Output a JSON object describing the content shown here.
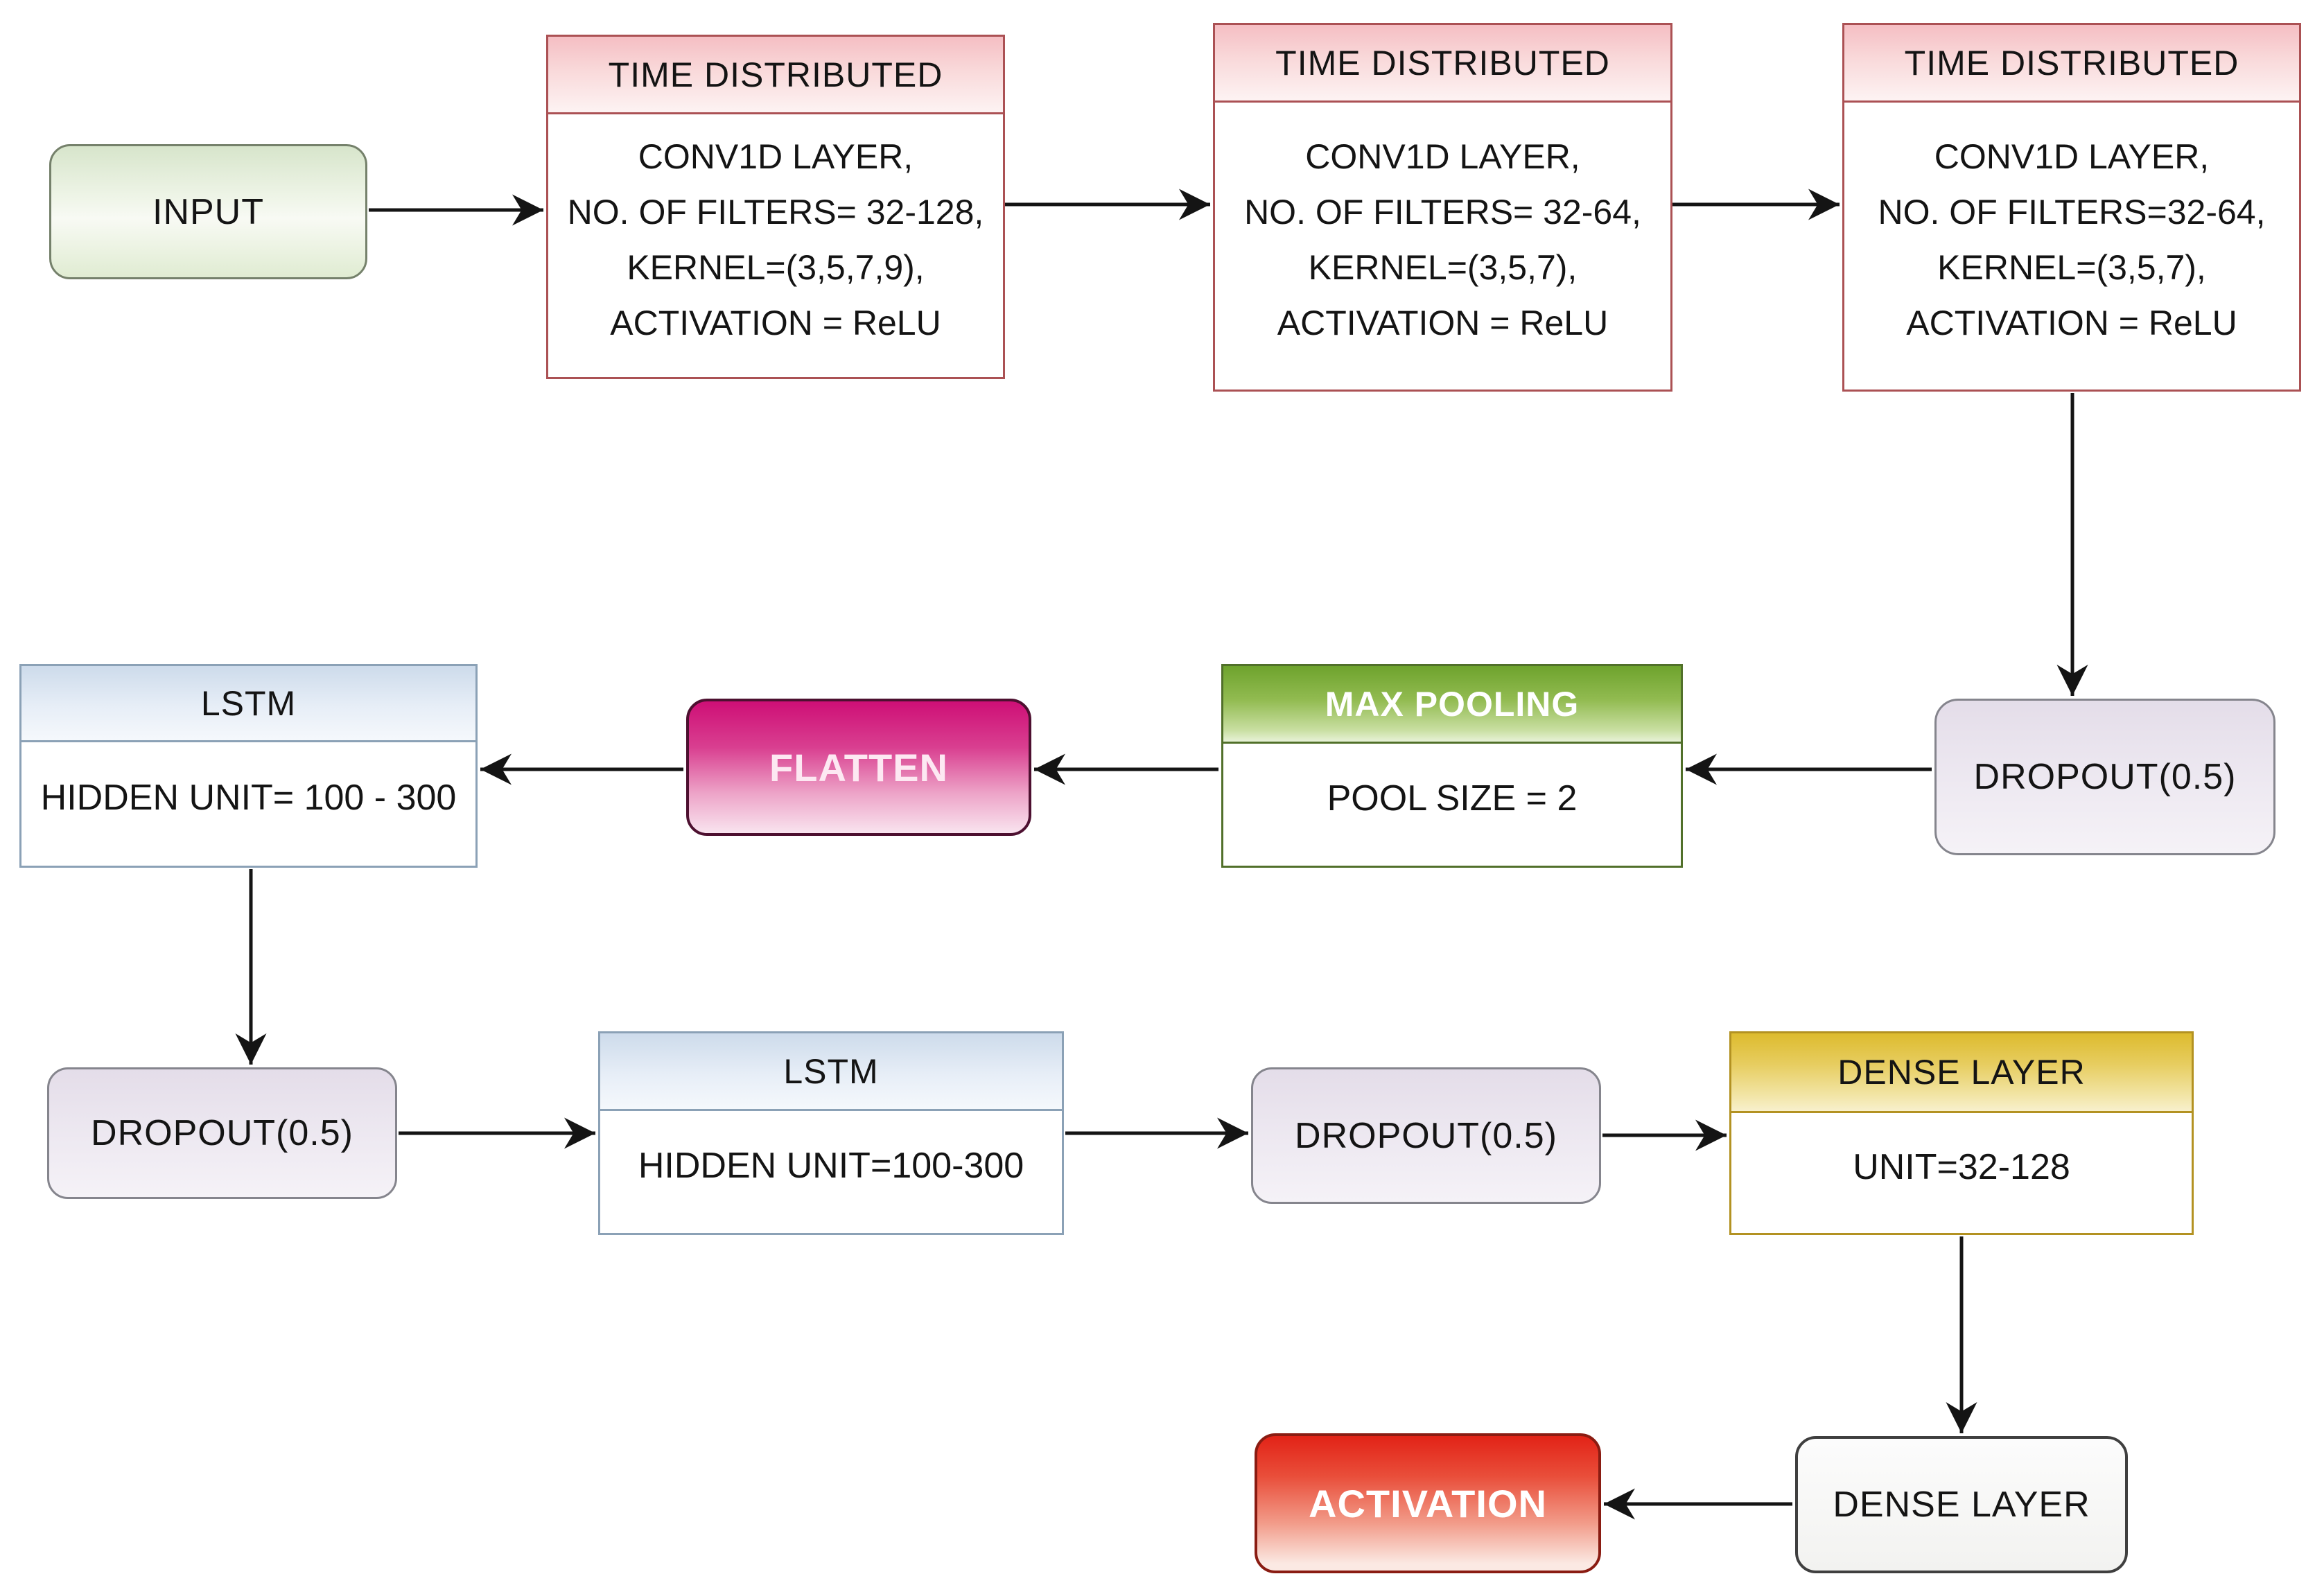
{
  "diagram": {
    "kind": "flowchart",
    "description_visible": false
  },
  "nodes": {
    "input": {
      "label": "INPUT"
    },
    "td1": {
      "header": "TIME DISTRIBUTED",
      "lines": [
        "CONV1D LAYER,",
        "NO. OF FILTERS= 32-128,",
        "KERNEL=(3,5,7,9),",
        "ACTIVATION = ReLU"
      ]
    },
    "td2": {
      "header": "TIME DISTRIBUTED",
      "lines": [
        "CONV1D LAYER,",
        "NO. OF FILTERS= 32-64,",
        "KERNEL=(3,5,7),",
        "ACTIVATION = ReLU"
      ]
    },
    "td3": {
      "header": "TIME DISTRIBUTED",
      "lines": [
        "CONV1D LAYER,",
        "NO. OF FILTERS=32-64,",
        "KERNEL=(3,5,7),",
        "ACTIVATION = ReLU"
      ]
    },
    "dropout_top": {
      "label": "DROPOUT(0.5)"
    },
    "maxpool": {
      "header": "MAX POOLING",
      "body": "POOL SIZE = 2"
    },
    "flatten": {
      "label": "FLATTEN"
    },
    "lstm1": {
      "header": "LSTM",
      "body": "HIDDEN UNIT= 100 - 300"
    },
    "dropout_left": {
      "label": "DROPOUT(0.5)"
    },
    "lstm2": {
      "header": "LSTM",
      "body": "HIDDEN UNIT=100-300"
    },
    "dropout_mid": {
      "label": "DROPOUT(0.5)"
    },
    "dense1": {
      "header": "DENSE LAYER",
      "body": "UNIT=32-128"
    },
    "dense2": {
      "label": "DENSE LAYER"
    },
    "activation": {
      "label": "ACTIVATION"
    }
  },
  "edges": [
    [
      "input",
      "td1"
    ],
    [
      "td1",
      "td2"
    ],
    [
      "td2",
      "td3"
    ],
    [
      "td3",
      "dropout_top"
    ],
    [
      "dropout_top",
      "maxpool"
    ],
    [
      "maxpool",
      "flatten"
    ],
    [
      "flatten",
      "lstm1"
    ],
    [
      "lstm1",
      "dropout_left"
    ],
    [
      "dropout_left",
      "lstm2"
    ],
    [
      "lstm2",
      "dropout_mid"
    ],
    [
      "dropout_mid",
      "dense1"
    ],
    [
      "dense1",
      "dense2"
    ],
    [
      "dense2",
      "activation"
    ]
  ],
  "colors": {
    "background": "#ffffff",
    "arrow": "#141414",
    "input_fill": "#d7e5cb",
    "input_border": "#75816b",
    "time_distributed_header": "#f5bec3",
    "time_distributed_border": "#ab5154",
    "lstm_header": "#cddbeb",
    "lstm_border": "#8ba1b6",
    "maxpool_header": "#6ea32d",
    "maxpool_border": "#51702a",
    "flatten_fill": "#ce0f76",
    "flatten_border": "#4d1030",
    "dropout_fill": "#e4dde9",
    "dropout_border": "#85858d",
    "dense_header": "#ddbb2e",
    "dense_border": "#b39222",
    "dense_plain_border": "#3f3f3f",
    "activation_fill": "#e22317",
    "activation_border": "#8a1c12",
    "text": "#141414",
    "light_text": "#ffffff"
  }
}
